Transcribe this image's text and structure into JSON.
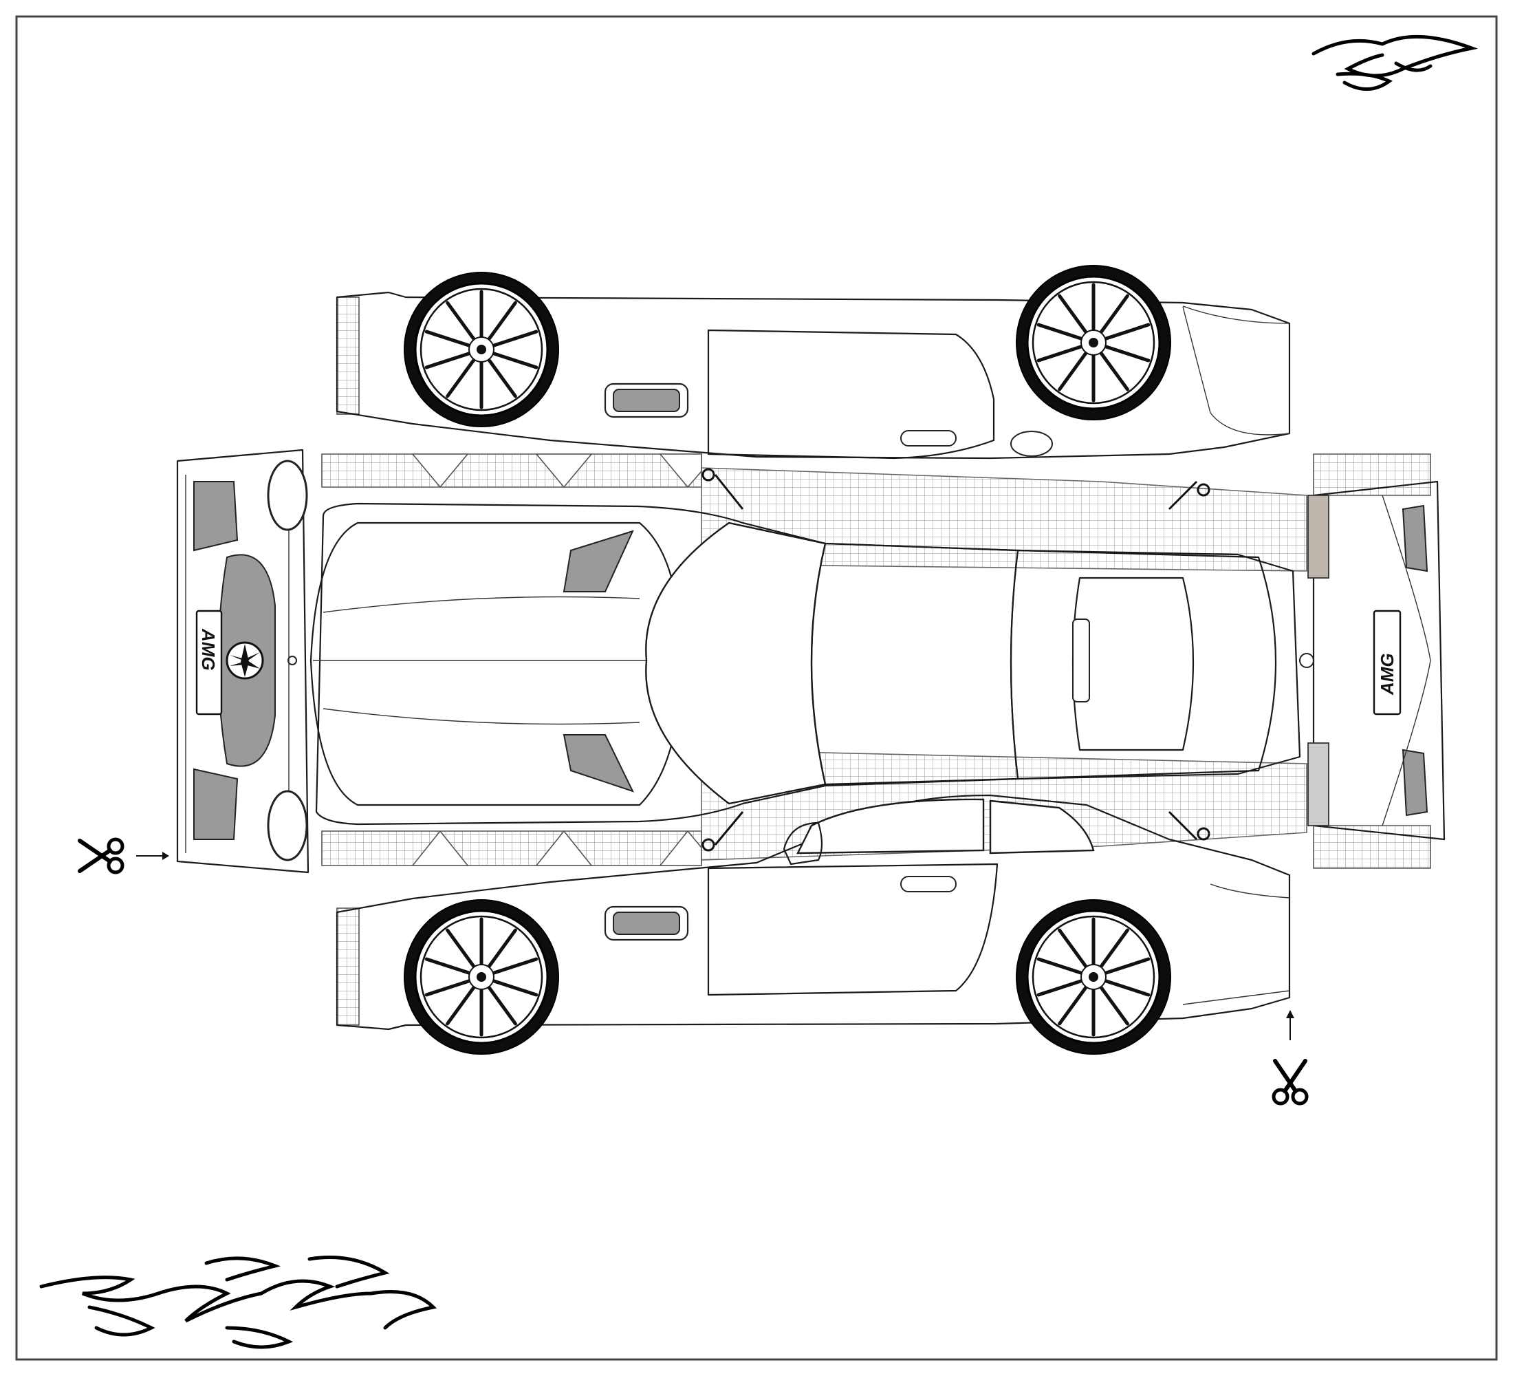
{
  "sheet": {
    "description_visible_text": {
      "front_badge": "AMG",
      "rear_badge": "AMG"
    },
    "icons": [
      "scissors-icon-left",
      "scissors-icon-right",
      "flame-ornament-top-right",
      "flame-ornament-bottom-left",
      "arrow-left-cut",
      "arrow-right-cut"
    ],
    "colors": {
      "line": "#1a1a1a",
      "vent_fill": "#9a9a9a",
      "tire": "#0d0d0d",
      "paper": "#ffffff",
      "frame": "#444444"
    }
  }
}
